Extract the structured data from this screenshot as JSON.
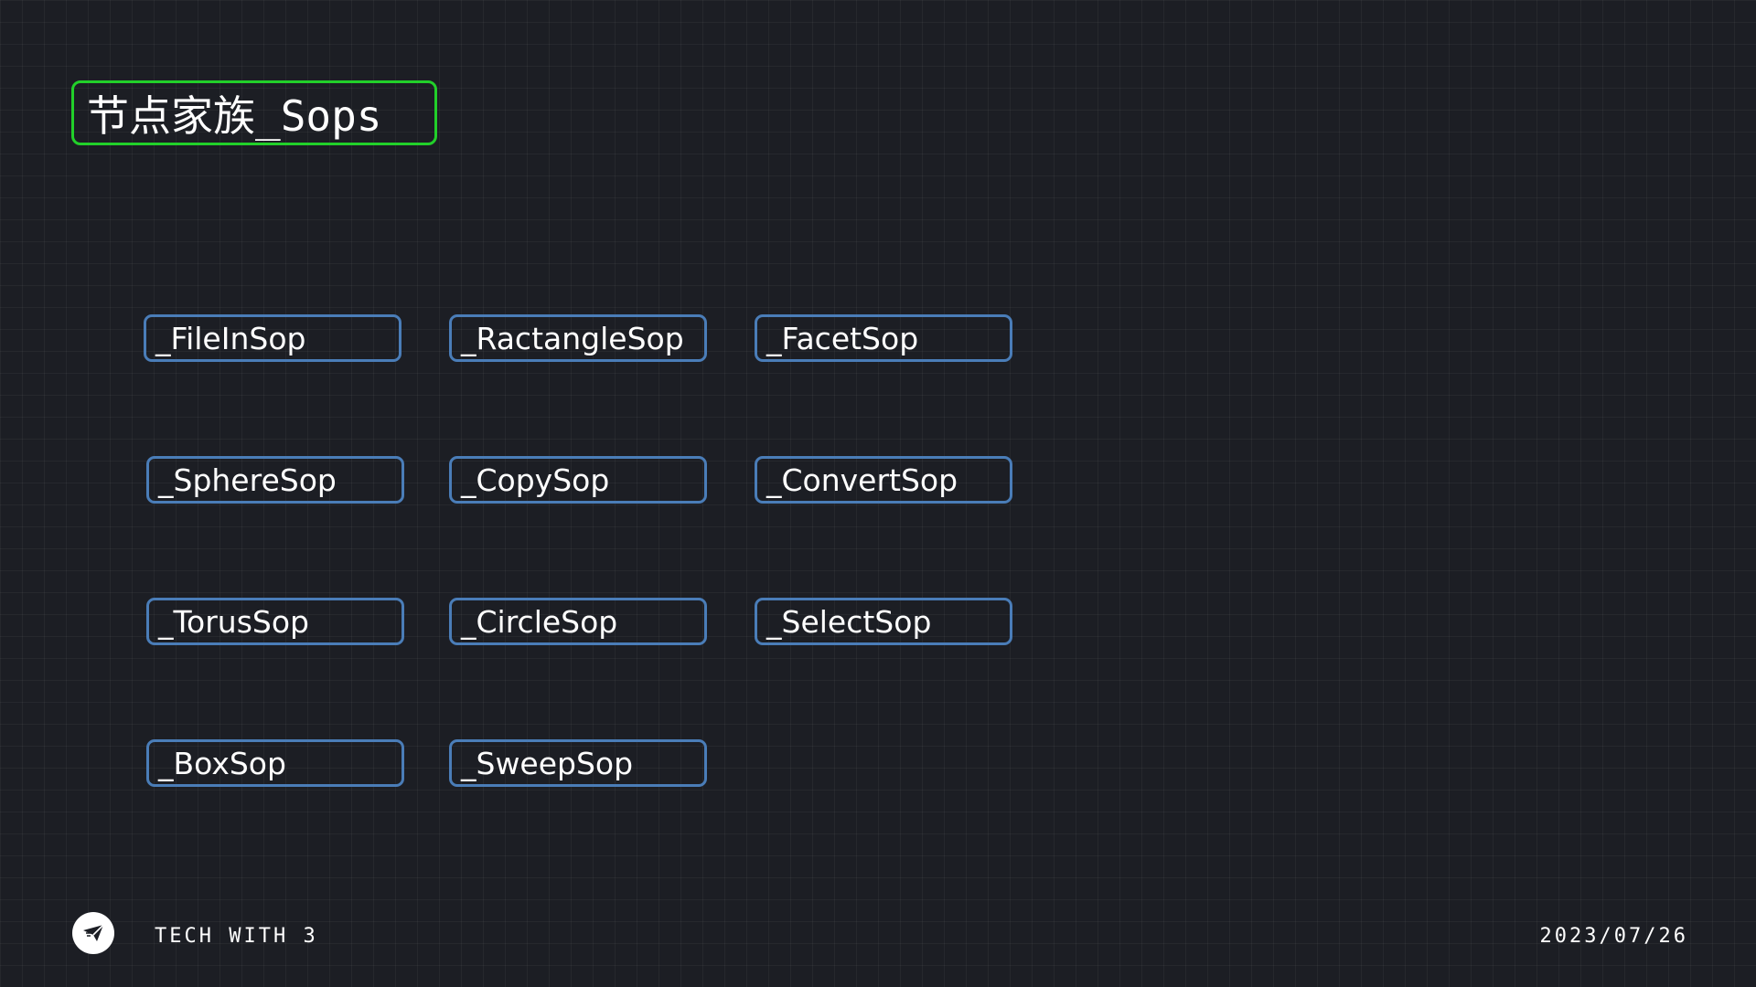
{
  "title": "节点家族_Sops",
  "nodes": {
    "fileinsop": "_FileInSop",
    "ractanglesop": "_RactangleSop",
    "facetsop": "_FacetSop",
    "spheresop": "_SphereSop",
    "copysop": "_CopySop",
    "convertsop": "_ConvertSop",
    "torussop": "_TorusSop",
    "circlesop": "_CircleSop",
    "selectsop": "_SelectSop",
    "boxsop": "_BoxSop",
    "sweepsop": "_SweepSop"
  },
  "footer": {
    "brand": "TECH WITH 3",
    "date": "2023/07/26",
    "logo_icon": "paper-plane-icon"
  },
  "colors": {
    "background": "#1c1e24",
    "title_border": "#22d02a",
    "node_border": "#4a7db8",
    "text": "#ffffff"
  }
}
